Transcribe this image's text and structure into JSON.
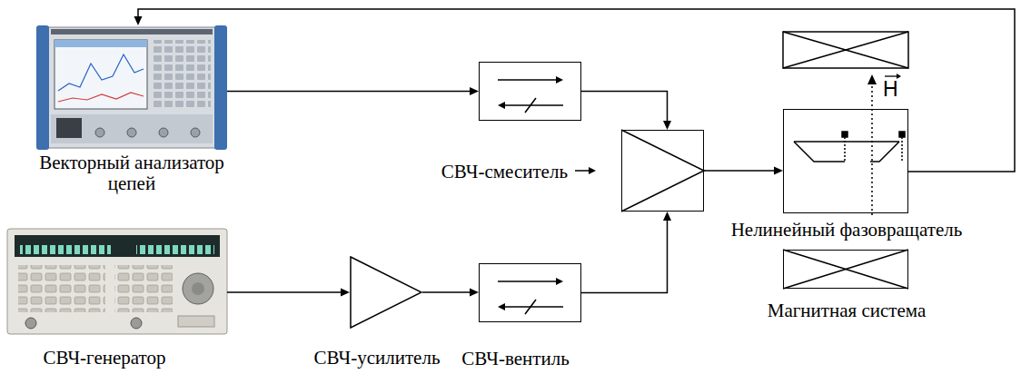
{
  "diagram": {
    "nodes": [
      {
        "text": [
          "Векторный анализатор цепей"
        ]
      },
      {
        "text": []
      },
      {
        "text": [
          "СВЧ-смеситель"
        ]
      },
      {
        "text": [
          "Нелинейный фазовращатель"
        ]
      },
      {
        "text": [
          "Магнитная система"
        ]
      },
      {
        "text": [
          "СВЧ-генератор"
        ]
      },
      {
        "text": [
          "СВЧ-усилитель"
        ]
      },
      {
        "text": [
          "СВЧ-вентиль"
        ]
      }
    ],
    "edges": [
      {
        "from": 0,
        "to": 1,
        "arrow": "to"
      },
      {
        "from": 1,
        "to": 2,
        "arrow": "to"
      },
      {
        "from": 2,
        "to": 3,
        "arrow": "to"
      },
      {
        "from": 3,
        "to": 0,
        "arrow": "to"
      },
      {
        "from": 5,
        "to": 6,
        "arrow": "to"
      },
      {
        "from": 6,
        "to": 7,
        "arrow": "to"
      },
      {
        "from": 7,
        "to": 2,
        "arrow": "to"
      }
    ],
    "labels": [
      "H"
    ]
  }
}
